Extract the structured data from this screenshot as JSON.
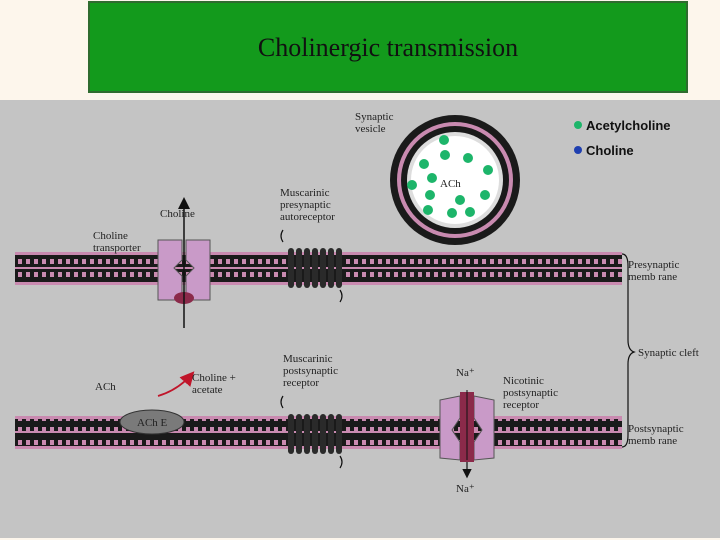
{
  "title": "Cholinergic transmission",
  "legend": {
    "acetylcholine": "Acetylcholine",
    "choline": "Choline",
    "acetylcholine_color": "#1db56a",
    "choline_color": "#1f3fb0"
  },
  "labels": {
    "vesicle_1": "Synaptic",
    "vesicle_2": "vesicle",
    "ach_in_vesicle": "ACh",
    "choline_out": "Choline",
    "transporter_1": "Choline",
    "transporter_2": "transporter",
    "musc_pre_1": "Muscarinic",
    "musc_pre_2": "presynaptic",
    "musc_pre_3": "autoreceptor",
    "pre_membrane_1": "Presynaptic",
    "pre_membrane_2": "memb rane",
    "cleft": "Synaptic cleft",
    "musc_post_1": "Muscarinic",
    "musc_post_2": "postsynaptic",
    "musc_post_3": "receptor",
    "ach_cleft": "ACh",
    "choline_acetate_1": "Choline +",
    "choline_acetate_2": "acetate",
    "ache": "ACh E",
    "na_top": "Na⁺",
    "na_bottom": "Na⁺",
    "nicotinic_1": "Nicotinic",
    "nicotinic_2": "postsynaptic",
    "nicotinic_3": "receptor",
    "post_membrane_1": "Postsynaptic",
    "post_membrane_2": "memb rane"
  },
  "colors": {
    "title_bg": "#139a1c",
    "panel_bg": "#c4c4c4",
    "membrane_pink": "#c98ab0",
    "membrane_dark": "#1a1a1a",
    "transporter_fill": "#c99ac8",
    "transporter_dark": "#8b2a4a",
    "nicotinic_fill": "#c99ac8",
    "nicotinic_core": "#8b2a4a",
    "ache_fill": "#7a7a7a",
    "arrow_red": "#c0152a"
  }
}
